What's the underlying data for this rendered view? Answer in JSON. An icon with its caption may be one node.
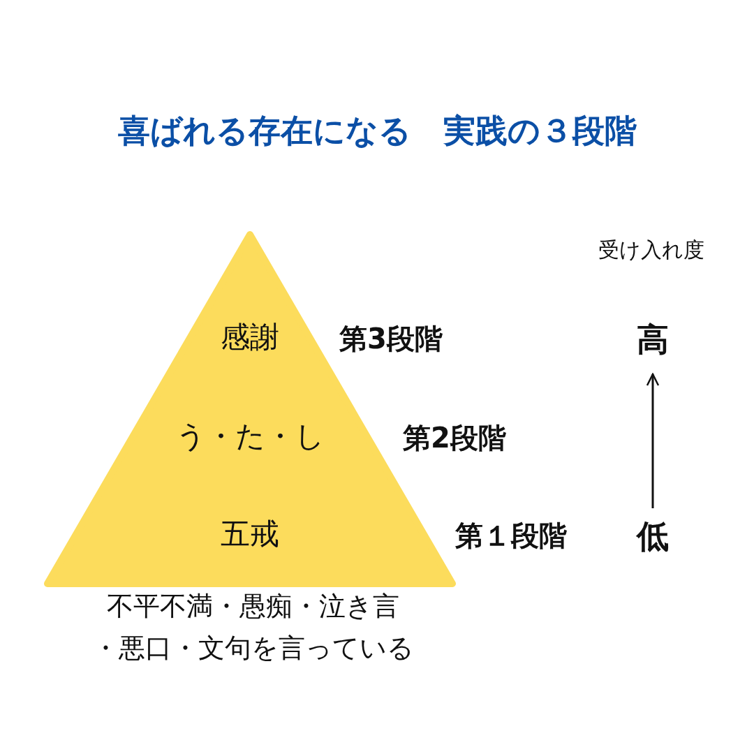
{
  "diagram": {
    "title": "喜ばれる存在になる　実践の３段階",
    "nodes": [
      {
        "text": [
          "感謝",
          "う・た・し",
          "五戒"
        ],
        "beside": [
          "不平不満・愚痴・泣き言・悪口・文句を言っている"
        ]
      },
      {
        "text": [
          "高"
        ]
      },
      {
        "text": [
          "低"
        ]
      }
    ],
    "edges": [
      {
        "from": 2,
        "to": 1,
        "arrow": "to"
      }
    ],
    "labels": [
      "受け入れ度",
      "第3段階",
      "第2段階",
      "第１段階"
    ]
  }
}
